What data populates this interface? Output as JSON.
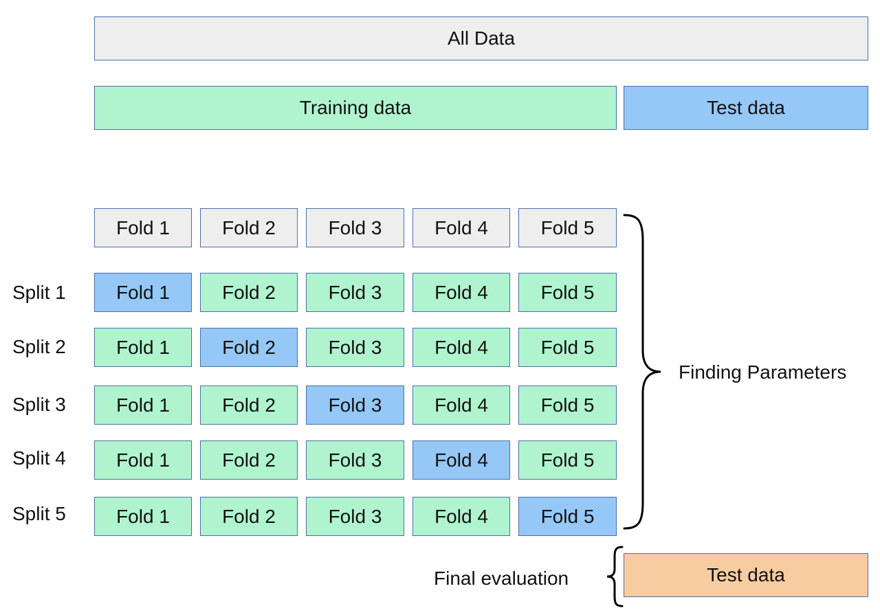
{
  "all_data": "All Data",
  "training_data": "Training data",
  "test_data_top": "Test data",
  "fold_header": [
    "Fold 1",
    "Fold 2",
    "Fold 3",
    "Fold 4",
    "Fold 5"
  ],
  "splits": [
    {
      "label": "Split 1",
      "folds": [
        "Fold 1",
        "Fold 2",
        "Fold 3",
        "Fold 4",
        "Fold 5"
      ],
      "test_index": 0
    },
    {
      "label": "Split 2",
      "folds": [
        "Fold 1",
        "Fold 2",
        "Fold 3",
        "Fold 4",
        "Fold 5"
      ],
      "test_index": 1
    },
    {
      "label": "Split 3",
      "folds": [
        "Fold 1",
        "Fold 2",
        "Fold 3",
        "Fold 4",
        "Fold 5"
      ],
      "test_index": 2
    },
    {
      "label": "Split 4",
      "folds": [
        "Fold 1",
        "Fold 2",
        "Fold 3",
        "Fold 4",
        "Fold 5"
      ],
      "test_index": 3
    },
    {
      "label": "Split 5",
      "folds": [
        "Fold 1",
        "Fold 2",
        "Fold 3",
        "Fold 4",
        "Fold 5"
      ],
      "test_index": 4
    }
  ],
  "finding_parameters": "Finding Parameters",
  "final_evaluation": "Final evaluation",
  "test_data_bottom": "Test data",
  "colors": {
    "gray": "#eeeeee",
    "training": "#b0f4cf",
    "test": "#95c8f7",
    "final_test": "#f7cca0",
    "border": "#4a6fa5"
  }
}
